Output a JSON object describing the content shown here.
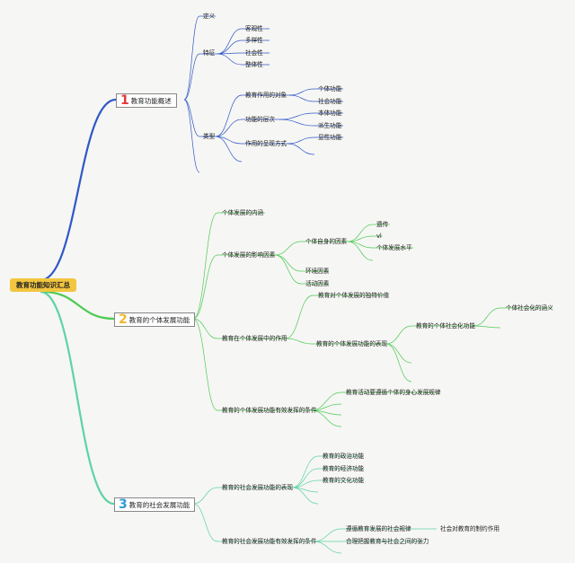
{
  "root": "教育功能知识汇总",
  "sections": [
    {
      "num": "1",
      "label": "教育功能概述",
      "color": "#2f58c8",
      "num_color": "#e0383e"
    },
    {
      "num": "2",
      "label": "教育的个体发展功能",
      "color": "#4ecb56",
      "num_color": "#f0b82d"
    },
    {
      "num": "3",
      "label": "教育的社会发展功能",
      "color": "#5ed3a6",
      "num_color": "#2f9ad8"
    }
  ],
  "nodes": {
    "s1": {
      "def": "定义",
      "feature": "特征",
      "f1": "客观性",
      "f2": "多样性",
      "f3": "社会性",
      "f4": "整体性",
      "type": "类型",
      "t1": "教育作用的对象",
      "t1a": "个体功能",
      "t1b": "社会功能",
      "t2": "功能的层次",
      "t2a": "本体功能",
      "t2b": "派生功能",
      "t3": "作用的呈现方式",
      "t3a": "显性功能"
    },
    "s2": {
      "a": "个体发展的内涵",
      "b": "个体发展的影响因素",
      "b1": "个体自身的因素",
      "b1a": "遗传",
      "b1b": "vl",
      "b1c": "个体发展水平",
      "b2": "环境因素",
      "b3": "活动因素",
      "c": "教育在个体发展中的作用",
      "c1": "教育对个体发展的独特价值",
      "c2": "教育的个体发展功能的表现",
      "c2a": "教育的个体社会化功能",
      "c2a1": "个体社会化的涵义",
      "d": "教育的个体发展功能有效发挥的条件",
      "d1": "教育活动要遵循个体的身心发展规律"
    },
    "s3": {
      "a": "教育的社会发展功能的表现",
      "a1": "教育的政治功能",
      "a2": "教育的经济功能",
      "a3": "教育的文化功能",
      "b": "教育的社会发展功能有效发挥的条件",
      "b1": "遵循教育发展的社会规律",
      "b1a": "社会对教育的制约作用",
      "b2": "合理把握教育与社会之间的张力"
    }
  }
}
